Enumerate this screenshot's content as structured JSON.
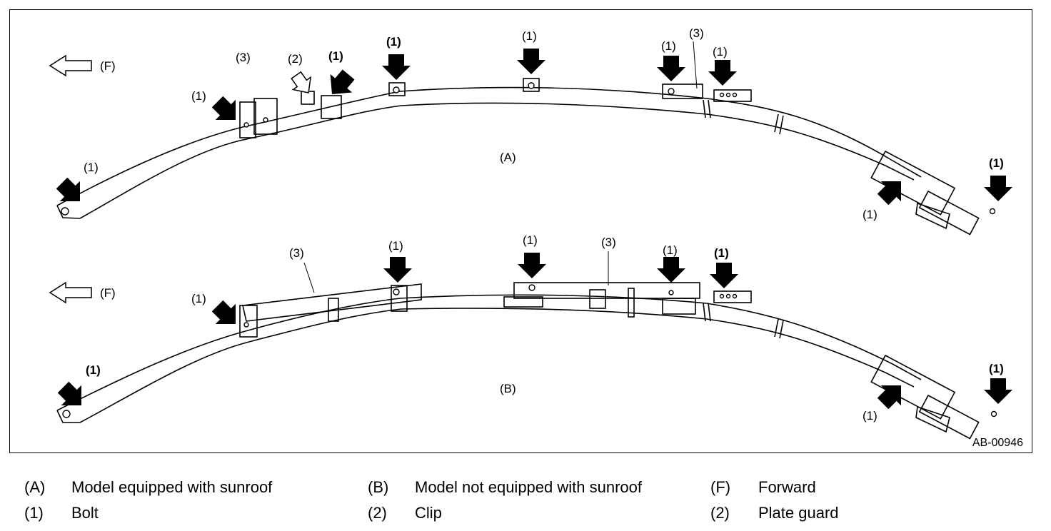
{
  "figure": {
    "id": "AB-00946",
    "views": {
      "a": "(A)",
      "b": "(B)"
    },
    "direction": "(F)",
    "callouts": {
      "bolt": "(1)",
      "clip": "(2)",
      "item3": "(3)"
    }
  },
  "legend": [
    {
      "key": "(A)",
      "text": "Model equipped with sunroof"
    },
    {
      "key": "(B)",
      "text": "Model not equipped with sunroof"
    },
    {
      "key": "(F)",
      "text": "Forward"
    },
    {
      "key": "(1)",
      "text": "Bolt"
    },
    {
      "key": "(2)",
      "text": "Clip"
    },
    {
      "key": "(2)",
      "text": "Plate guard"
    }
  ]
}
